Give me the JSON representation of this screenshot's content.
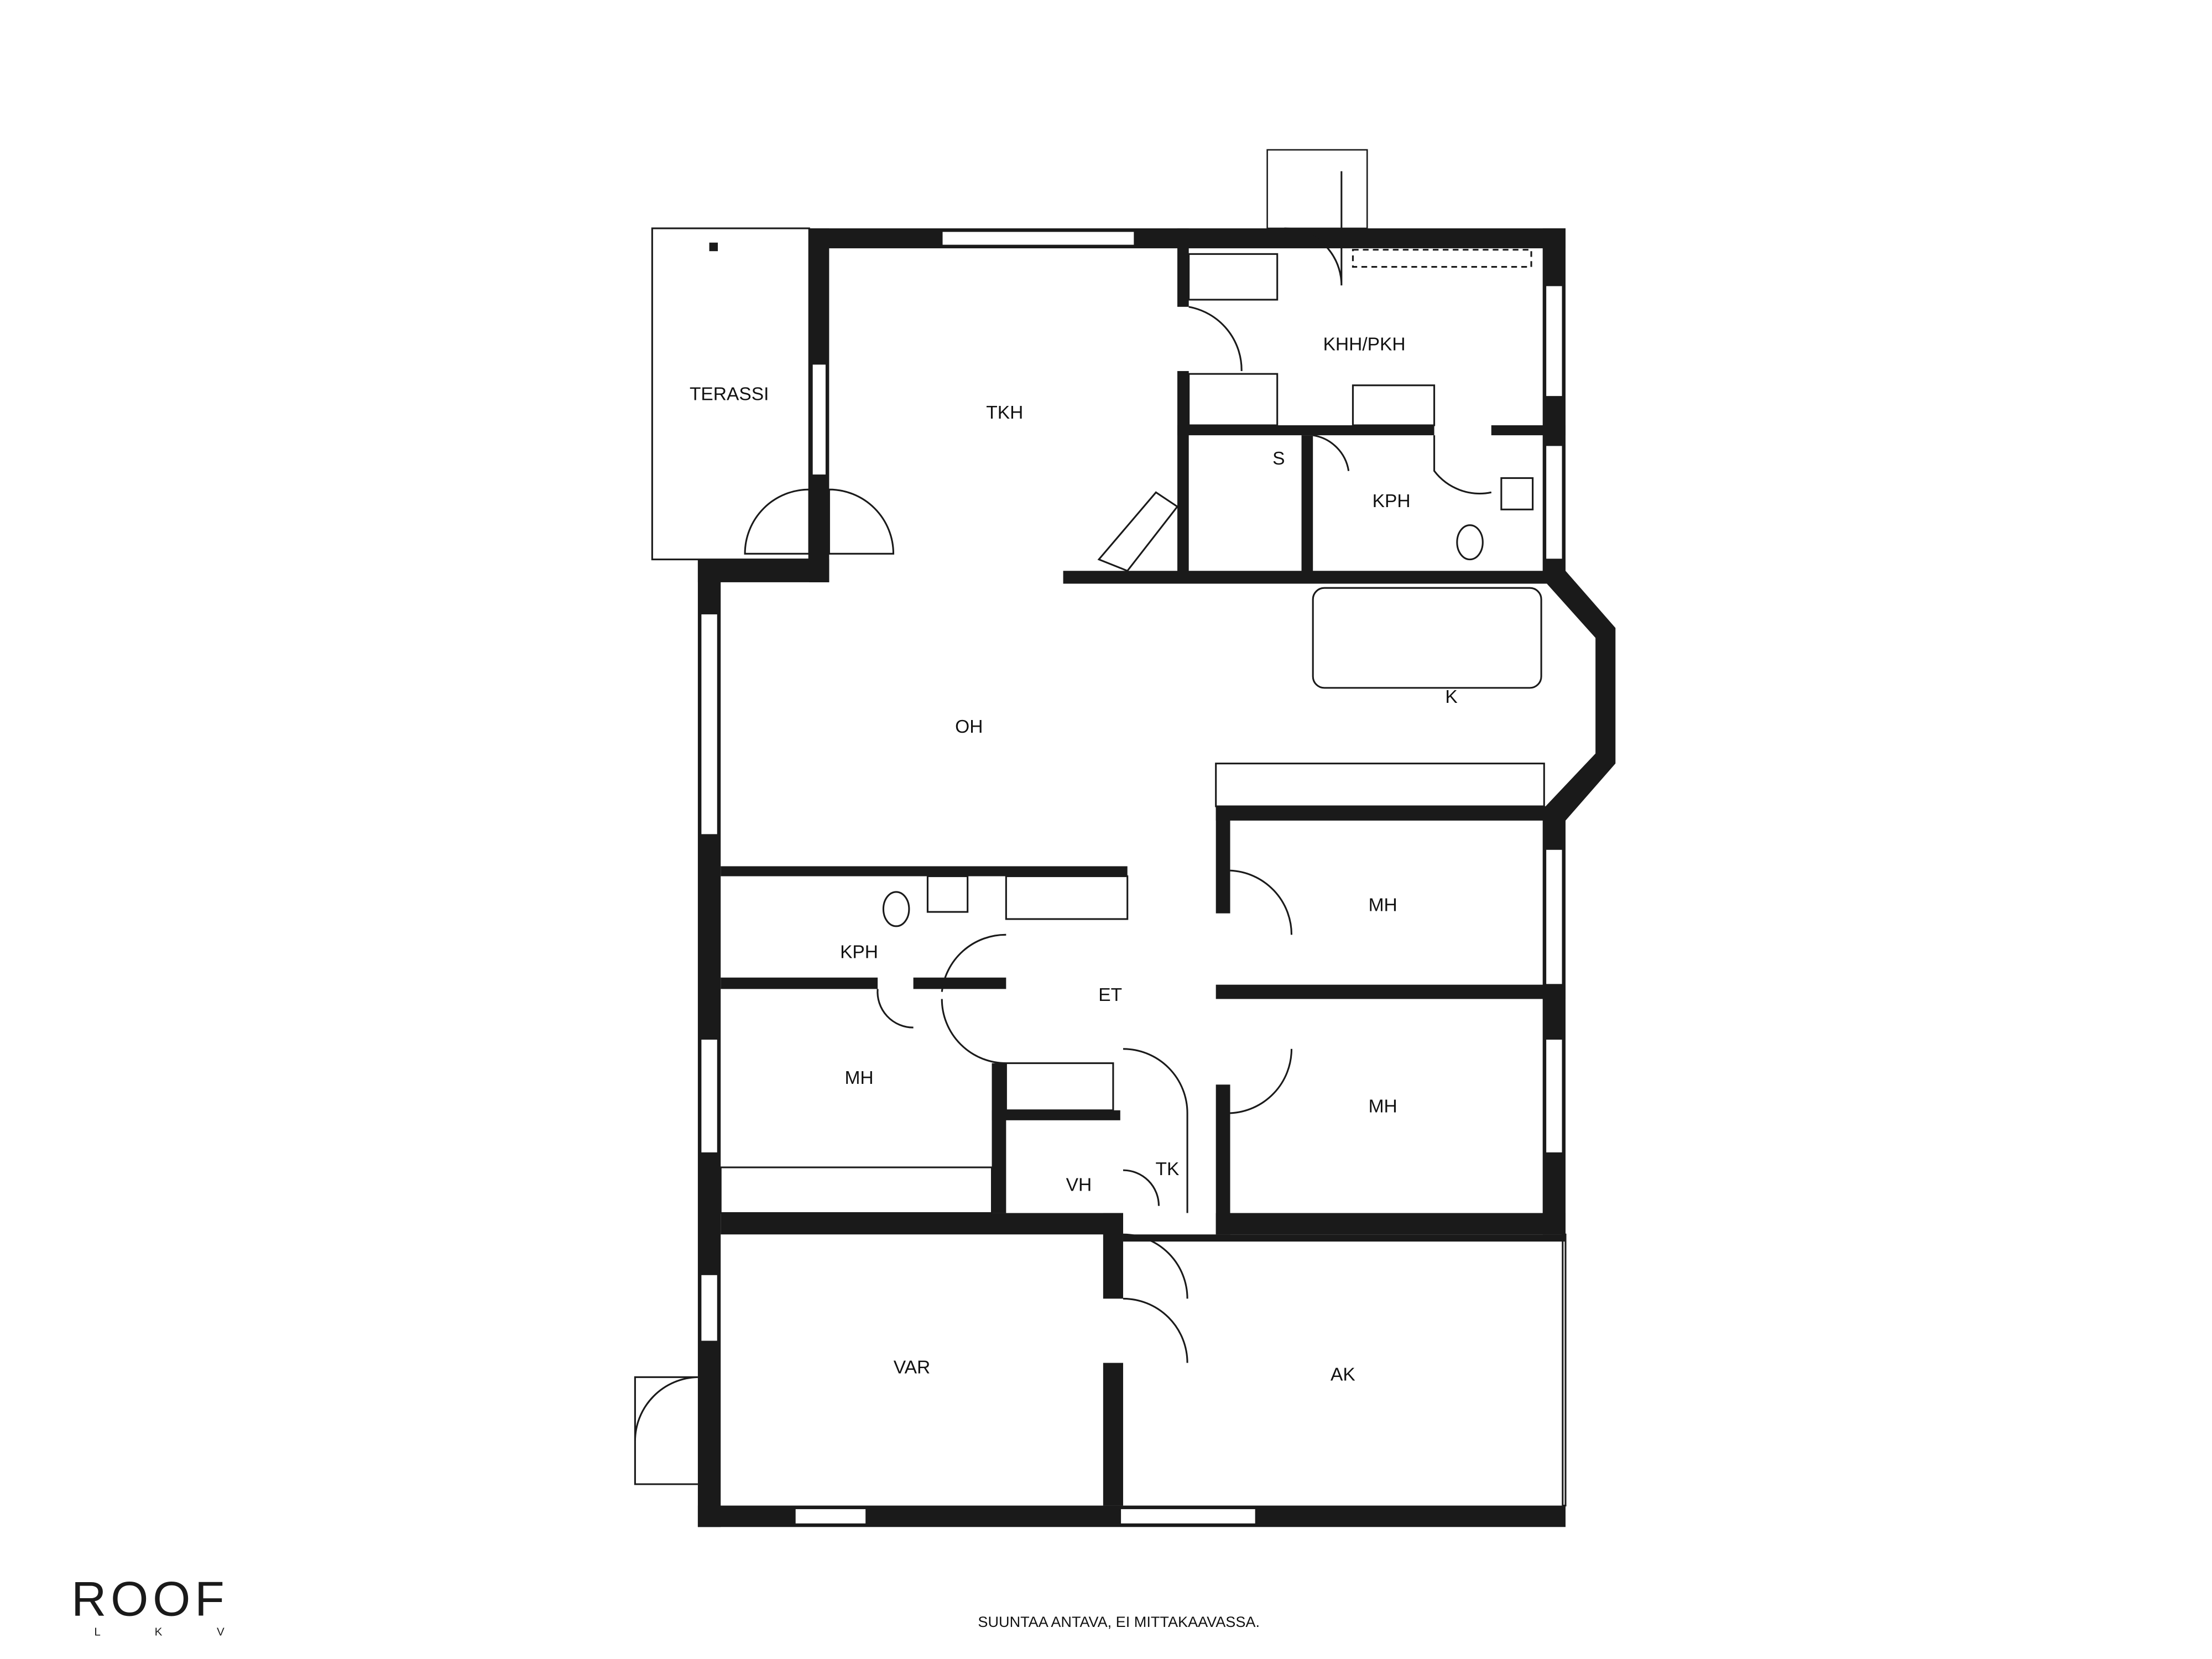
{
  "rooms": {
    "terassi": "TERASSI",
    "tkh": "TKH",
    "khh_pkh": "KHH/PKH",
    "s": "S",
    "kph_upper": "KPH",
    "oh": "OH",
    "k": "K",
    "kph_lower": "KPH",
    "et": "ET",
    "mh_left": "MH",
    "mh_right_upper": "MH",
    "mh_right_lower": "MH",
    "vh": "VH",
    "tk": "TK",
    "var": "VAR",
    "ak": "AK"
  },
  "logo": {
    "name": "ROOF",
    "sub": "L K V"
  },
  "note": "SUUNTAA ANTAVA, EI MITTAKAAVASSA.",
  "colors": {
    "wall": "#1a1a1a",
    "background": "#ffffff"
  }
}
